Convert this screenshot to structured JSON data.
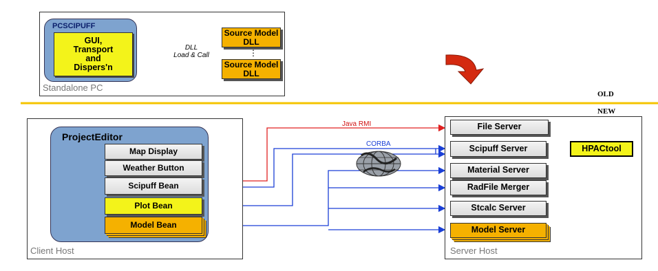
{
  "standalone": {
    "caption": "Standalone PC",
    "group_label": "PCSCIPUFF",
    "gui_label": "GUI,\nTransport\nand\nDispers'n",
    "dll_top": "Source Model\nDLL",
    "dll_bottom": "Source Model\nDLL",
    "dll_link_label": "DLL\nLoad & Call",
    "ellipsis": "⋮"
  },
  "divider": {
    "old": "OLD",
    "new": "NEW"
  },
  "client": {
    "caption": "Client Host",
    "group_label": "ProjectEditor",
    "items": [
      "Map Display",
      "Weather Button",
      "Scipuff Bean",
      "Plot Bean",
      "Model Bean"
    ]
  },
  "server": {
    "caption": "Server Host",
    "items": [
      "File Server",
      "Scipuff Server",
      "Material Server",
      "RadFile Merger",
      "Stcalc Server",
      "Model Server"
    ],
    "external": "HPACtool"
  },
  "links": {
    "java_rmi": "Java RMI",
    "corba": "CORBA"
  },
  "colors": {
    "divider": "#f5c400",
    "rmi_line": "#e02020",
    "corba_line": "#1a3fd6",
    "arrow": "#d42a10"
  }
}
